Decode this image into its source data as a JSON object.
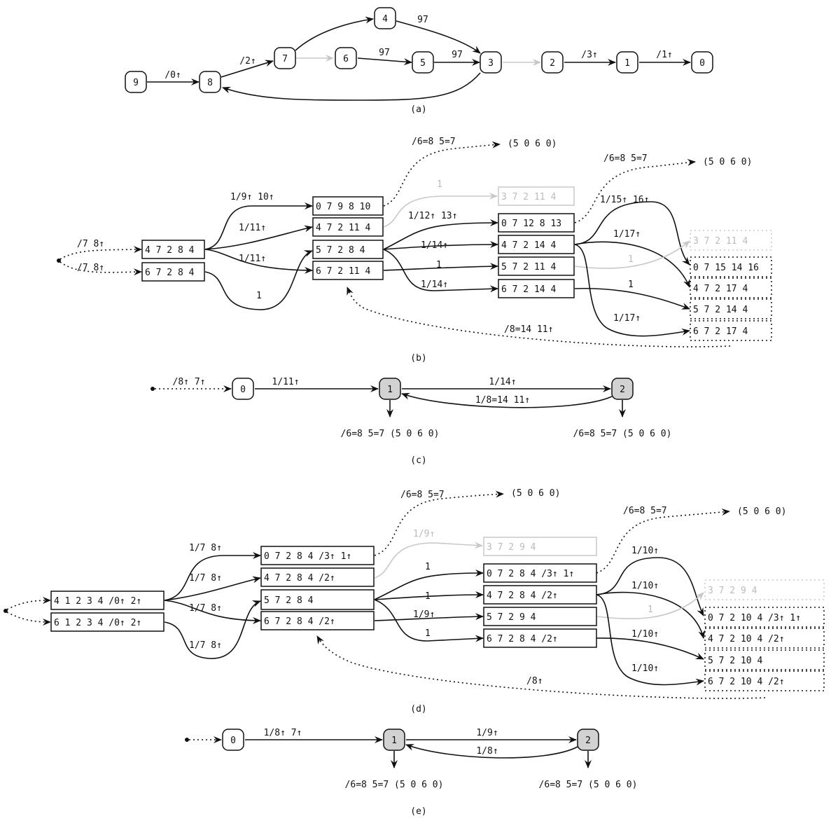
{
  "panels": {
    "a": {
      "caption": "(a)",
      "nodes": [
        "9",
        "8",
        "7",
        "6",
        "5",
        "4",
        "3",
        "2",
        "1",
        "0"
      ],
      "edge_labels": [
        "/0↑",
        "/2↑",
        "97",
        "97",
        "97",
        "/3↑",
        "/1↑"
      ]
    },
    "b": {
      "caption": "(b)",
      "boxes": [
        "4 7 2 8 4",
        "6 7 2 8 4",
        "0 7 9 8 10",
        "4 7 2 11 4",
        "5 7 2 8 4",
        "6 7 2 11 4",
        "3 7 2 11 4",
        "0 7 12 8 13",
        "4 7 2 14 4",
        "5 7 2 11 4",
        "6 7 2 14 4",
        "3 7 2 11 4",
        "0 7 15 14 16",
        "4 7 2 17 4",
        "5 7 2 14 4",
        "6 7 2 17 4"
      ],
      "edge_labels": [
        "/7 8↑",
        "/7 8↑",
        "1/9↑ 10↑",
        "1/11↑",
        "1/11↑",
        "1",
        "/6=8 5=7",
        "(5 0 6 0)",
        "1",
        "1/12↑ 13↑",
        "1/14↑",
        "1",
        "1/14↑",
        "/6=8 5=7",
        "(5 0 6 0)",
        "1/15↑ 16↑",
        "1/17↑",
        "1",
        "1",
        "1/17↑",
        "/8=14 11↑"
      ]
    },
    "c": {
      "caption": "(c)",
      "nodes": [
        "0",
        "1",
        "2"
      ],
      "edge_labels": [
        "/8↑ 7↑",
        "1/11↑",
        "1/14↑",
        "1/8=14 11↑"
      ],
      "outputs": [
        "/6=8 5=7 (5 0 6 0)",
        "/6=8 5=7 (5 0 6 0)"
      ]
    },
    "d": {
      "caption": "(d)",
      "boxes": [
        "4 1 2 3 4 /0↑ 2↑",
        "6 1 2 3 4 /0↑ 2↑",
        "0 7 2 8 4 /3↑ 1↑",
        "4 7 2 8 4 /2↑",
        "5 7 2 8 4",
        "6 7 2 8 4 /2↑",
        "3 7 2 9 4",
        "0 7 2 8 4 /3↑ 1↑",
        "4 7 2 8 4 /2↑",
        "5 7 2 9 4",
        "6 7 2 8 4 /2↑",
        "3 7 2 9 4",
        "0 7 2 10 4 /3↑ 1↑",
        "4 7 2 10 4 /2↑",
        "5 7 2 10 4",
        "6 7 2 10 4 /2↑"
      ],
      "edge_labels": [
        "1/7 8↑",
        "1/7 8↑",
        "1/7 8↑",
        "1/7 8↑",
        "/6=8 5=7",
        "(5 0 6 0)",
        "1/9↑",
        "1",
        "1",
        "1/9↑",
        "1",
        "/6=8 5=7",
        "(5 0 6 0)",
        "1/10↑",
        "1/10↑",
        "1",
        "1/10↑",
        "1/10↑",
        "/8↑"
      ]
    },
    "e": {
      "caption": "(e)",
      "nodes": [
        "0",
        "1",
        "2"
      ],
      "edge_labels": [
        "1/8↑ 7↑",
        "1/9↑",
        "1/8↑"
      ],
      "outputs": [
        "/6=8 5=7 (5 0 6 0)",
        "/6=8 5=7 (5 0 6 0)"
      ]
    }
  }
}
